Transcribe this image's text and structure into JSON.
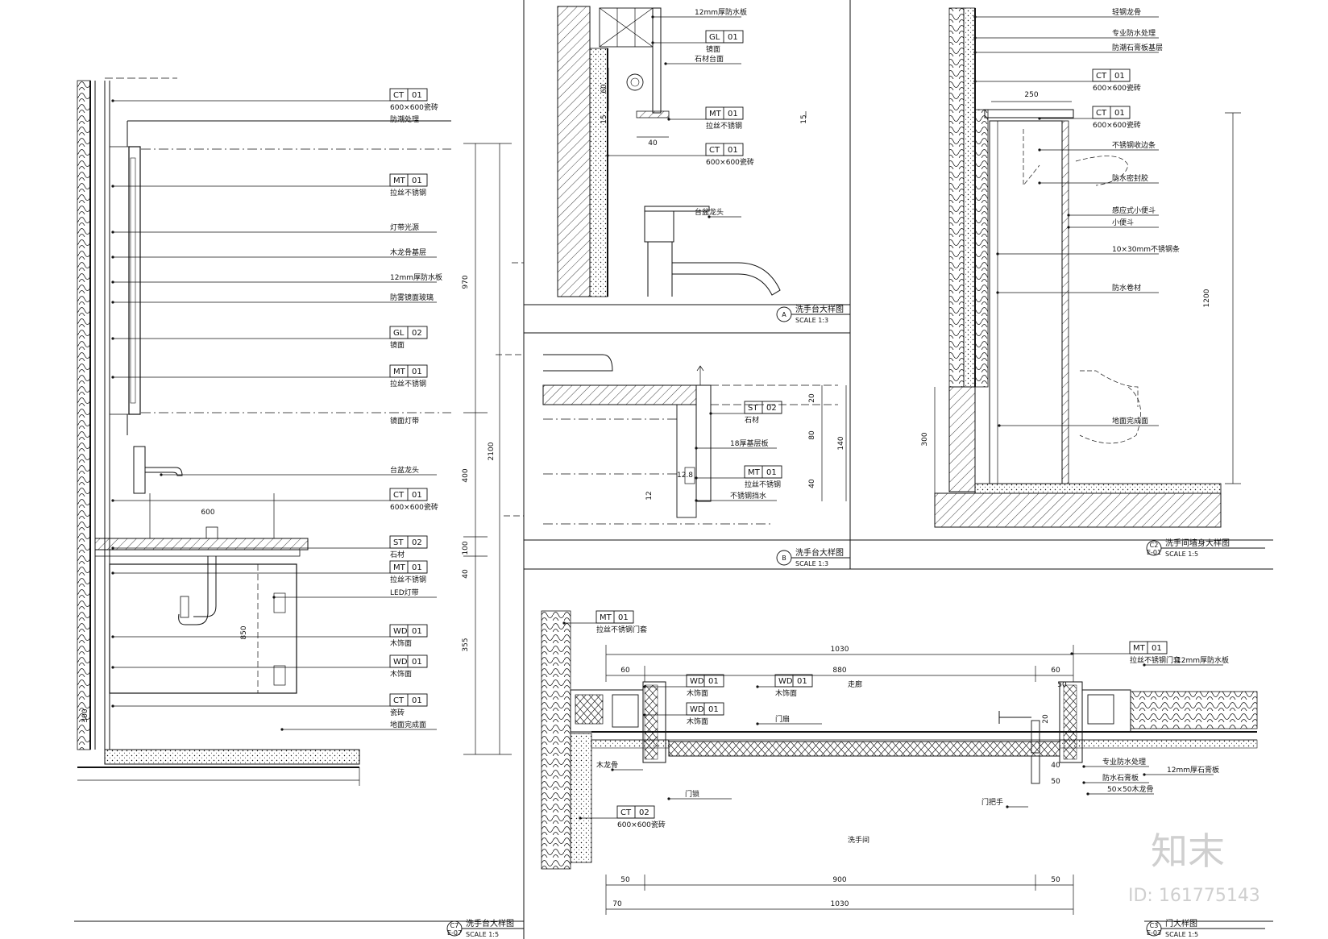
{
  "watermark": {
    "brand": "知末",
    "id_text": "ID: 161775143"
  },
  "views": {
    "c7": {
      "code": "C7",
      "sheet": "E-07",
      "title": "洗手台大样图",
      "scale": "SCALE 1:5",
      "callouts": [
        {
          "code": "CT",
          "num": "01",
          "text": "600×600瓷砖"
        },
        {
          "code": "MT",
          "num": "01",
          "text": "拉丝不锈钢"
        },
        {
          "code": "GL",
          "num": "02",
          "text": "镜面"
        },
        {
          "code": "MT",
          "num": "01",
          "text": "拉丝不锈钢"
        },
        {
          "code": "CT",
          "num": "01",
          "text": "600×600瓷砖"
        },
        {
          "code": "ST",
          "num": "02",
          "text": "石材"
        },
        {
          "code": "MT",
          "num": "01",
          "text": "拉丝不锈钢"
        },
        {
          "code": "WD",
          "num": "01",
          "text": "木饰面"
        },
        {
          "code": "WD",
          "num": "01",
          "text": "木饰面"
        },
        {
          "code": "CT",
          "num": "01",
          "text": "瓷砖"
        }
      ],
      "notes": [
        "防潮处理",
        "灯带光源",
        "木龙骨基层",
        "12mm厚防水板",
        "防雾镜面玻璃",
        "镜面灯带",
        "台盆龙头",
        "LED灯带",
        "地面完成面"
      ],
      "dims": [
        "970",
        "2100",
        "400",
        "100",
        "40",
        "850",
        "355",
        "300",
        "600"
      ]
    },
    "a": {
      "code": "A",
      "title": "洗手台大样图",
      "scale": "SCALE 1:3",
      "callouts": [
        {
          "code": "GL",
          "num": "01",
          "text": "镜面"
        },
        {
          "code": "MT",
          "num": "01",
          "text": "拉丝不锈钢"
        },
        {
          "code": "CT",
          "num": "01",
          "text": "600×600瓷砖"
        }
      ],
      "notes": [
        "12mm厚防水板",
        "石材台面",
        "台盆龙头"
      ],
      "dims": [
        "60",
        "15",
        "40",
        "15"
      ]
    },
    "b": {
      "code": "B",
      "title": "洗手台大样图",
      "scale": "SCALE 1:3",
      "callouts": [
        {
          "code": "ST",
          "num": "02",
          "text": "石材"
        },
        {
          "code": "MT",
          "num": "01",
          "text": "拉丝不锈钢"
        }
      ],
      "notes": [
        "18厚基层板",
        "不锈钢挡水"
      ],
      "dims": [
        "20",
        "80",
        "140",
        "40",
        "12.8",
        "12"
      ]
    },
    "c2": {
      "code": "C2",
      "sheet": "E-01",
      "title": "洗手间墙身大样图",
      "scale": "SCALE 1:5",
      "callouts": [
        {
          "code": "CT",
          "num": "01",
          "text": "600×600瓷砖"
        },
        {
          "code": "CT",
          "num": "01",
          "text": "600×600瓷砖"
        }
      ],
      "notes": [
        "轻钢龙骨",
        "专业防水处理",
        "防潮石膏板基层",
        "不锈钢收边条",
        "防水密封胶",
        "感应式小便斗",
        "小便斗",
        "10×30mm不锈钢条",
        "防水卷材",
        "地面完成面"
      ],
      "dims": [
        "250",
        "1200",
        "300"
      ]
    },
    "c3": {
      "code": "C3",
      "sheet": "E-03",
      "title": "门大样图",
      "scale": "SCALE 1:5",
      "callouts": [
        {
          "code": "MT",
          "num": "01",
          "text": "拉丝不锈钢门套"
        },
        {
          "code": "WD",
          "num": "01",
          "text": "木饰面"
        },
        {
          "code": "WD",
          "num": "01",
          "text": "木饰面"
        },
        {
          "code": "WD",
          "num": "01",
          "text": "木饰面"
        },
        {
          "code": "MT",
          "num": "01",
          "text": "拉丝不锈钢门套"
        },
        {
          "code": "CT",
          "num": "02",
          "text": "600×600瓷砖"
        }
      ],
      "notes": [
        "12mm厚防水板",
        "木龙骨",
        "门扇",
        "门把手",
        "门锁",
        "12mm厚石膏板",
        "专业防水处理",
        "防水石膏板",
        "50×50木龙骨"
      ],
      "room_labels": [
        "走廊",
        "洗手间"
      ],
      "dims": [
        "1030",
        "60",
        "880",
        "60",
        "50",
        "20",
        "40",
        "50",
        "50",
        "900",
        "50",
        "70",
        "1030"
      ]
    }
  }
}
